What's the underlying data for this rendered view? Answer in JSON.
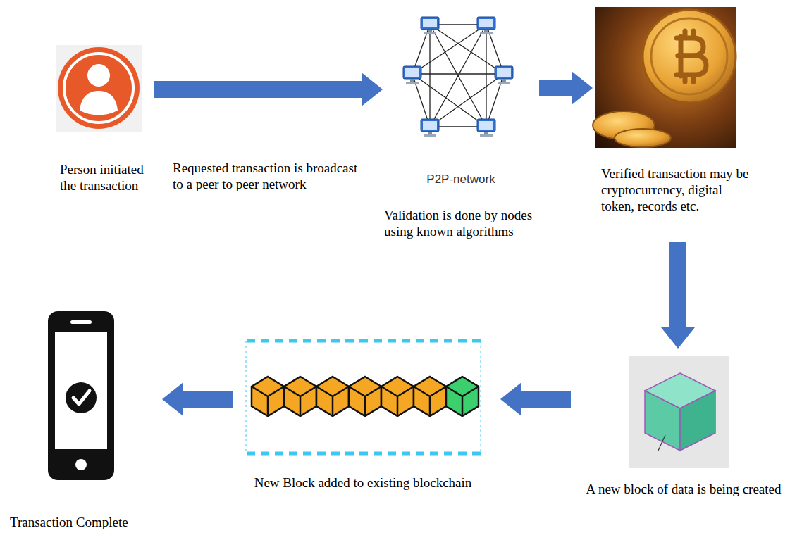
{
  "diagram": {
    "nodes": [
      {
        "text": [
          "Person initiated the transaction"
        ]
      },
      {
        "text": [
          "P2P-network",
          "Validation is done by nodes using known algorithms"
        ]
      },
      {
        "text": [
          "Verified transaction may be cryptocurrency, digital token, records etc."
        ]
      },
      {
        "text": [
          "A new block of data is being created"
        ]
      },
      {
        "text": [
          "New Block added to existing blockchain"
        ]
      },
      {
        "text": [
          "Transaction Complete"
        ]
      }
    ],
    "edges": [
      {
        "from": 0,
        "to": 1,
        "arrow": "to",
        "label": "Requested transaction is broadcast to a peer to peer network"
      },
      {
        "from": 1,
        "to": 2,
        "arrow": "to"
      },
      {
        "from": 2,
        "to": 3,
        "arrow": "to"
      },
      {
        "from": 3,
        "to": 4,
        "arrow": "to"
      },
      {
        "from": 4,
        "to": 5,
        "arrow": "to"
      }
    ]
  }
}
